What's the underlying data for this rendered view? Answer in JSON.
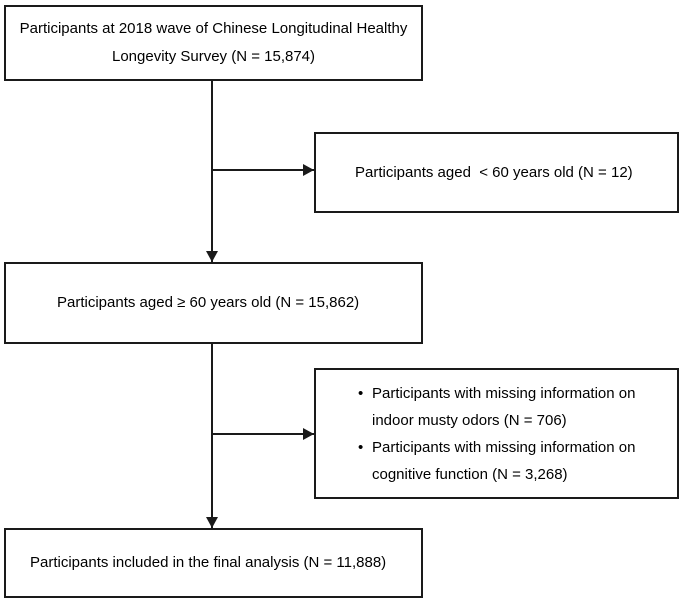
{
  "figure": {
    "type": "flowchart",
    "title": "Participant selection flow diagram",
    "orientation": "top-to-bottom",
    "colors": {
      "background": "#ffffff",
      "stroke": "#1a1a1a",
      "text": "#000000"
    }
  },
  "nodes": {
    "enrollment": {
      "id": "box-enrollment",
      "kind": "inclusion",
      "text": "Participants at 2018 wave of Chinese Longitudinal Healthy Longevity Survey (N = 15,874)",
      "n": 15874
    },
    "excluded_age": {
      "id": "box-excluded-age",
      "kind": "exclusion",
      "text": "Participants aged  < 60 years old (N = 12)",
      "n": 12
    },
    "eligible_age": {
      "id": "box-eligible-age",
      "kind": "inclusion",
      "text": "Participants aged ≥ 60 years old (N = 15,862)",
      "n": 15862
    },
    "excluded_missing": {
      "id": "box-excluded-missing",
      "kind": "exclusion",
      "bullets": [
        {
          "marker": "•",
          "text": "Participants with missing information on indoor musty odors (N = 706)",
          "n": 706
        },
        {
          "marker": "•",
          "text": "Participants with missing information on cognitive function (N = 3,268)",
          "n": 3268
        }
      ]
    },
    "final": {
      "id": "box-final",
      "kind": "inclusion",
      "text": "Participants included in the final analysis (N = 11,888)",
      "n": 11888
    }
  },
  "connectors": [
    {
      "name": "enrollment-to-eligible",
      "from": "enrollment",
      "to": "eligible_age",
      "direction": "down",
      "arrowhead": "down-arrow-icon"
    },
    {
      "name": "enrollment-to-excluded-age",
      "from": "enrollment",
      "to": "excluded_age",
      "direction": "right",
      "arrowhead": "right-arrow-icon"
    },
    {
      "name": "eligible-to-final",
      "from": "eligible_age",
      "to": "final",
      "direction": "down",
      "arrowhead": "down-arrow-icon"
    },
    {
      "name": "eligible-to-excluded-missing",
      "from": "eligible_age",
      "to": "excluded_missing",
      "direction": "right",
      "arrowhead": "right-arrow-icon"
    }
  ]
}
